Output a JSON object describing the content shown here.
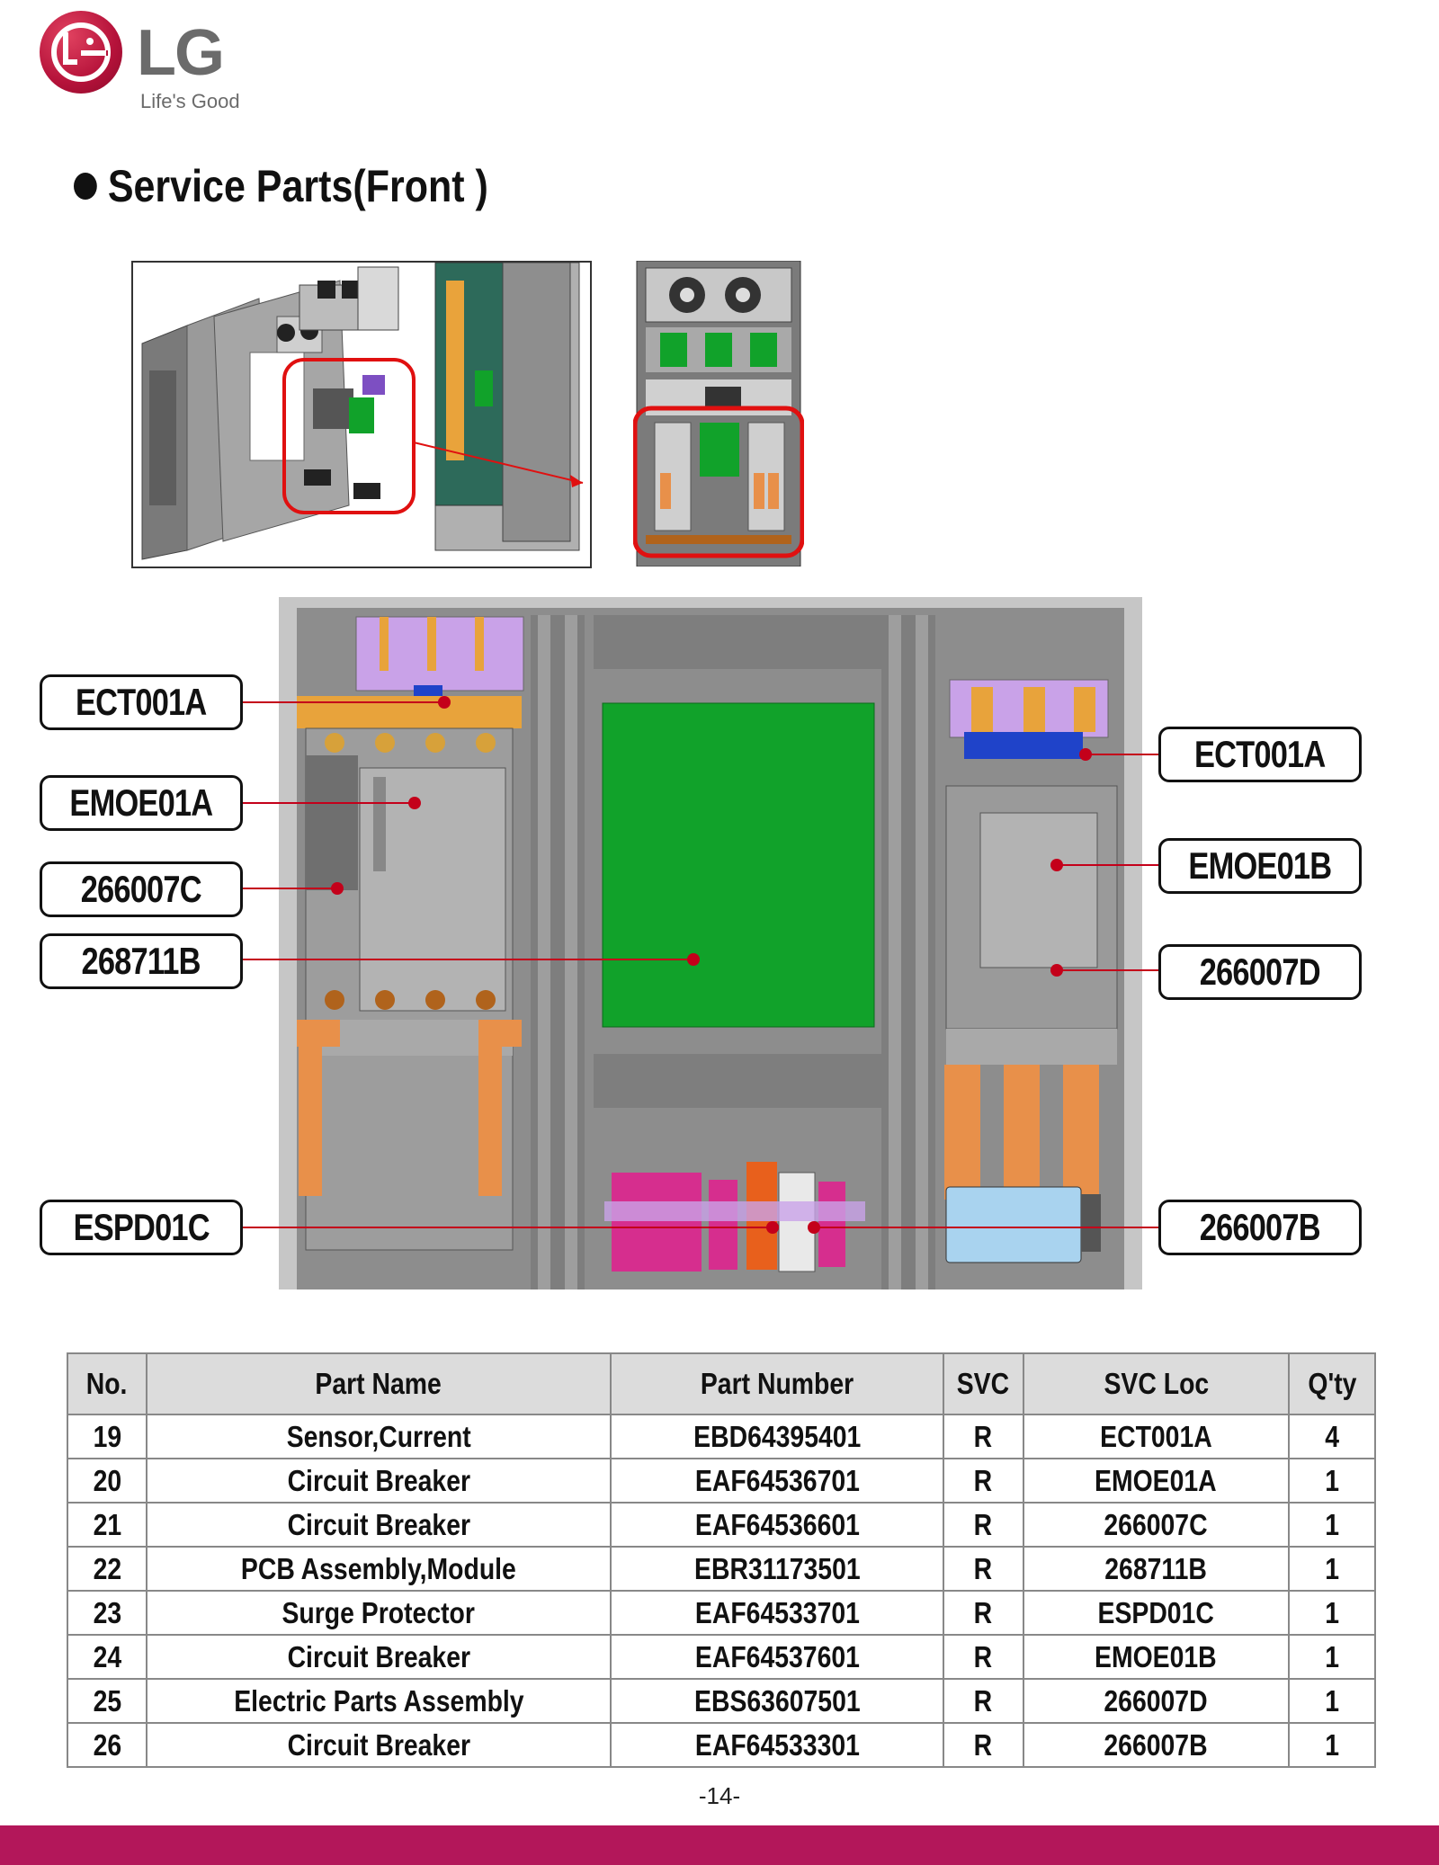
{
  "brand": {
    "name": "LG",
    "tagline": "Life's Good",
    "logo_color": "#b5123a"
  },
  "title": "Service Parts(Front )",
  "callouts_left": [
    "ECT001A",
    "EMOE01A",
    "266007C",
    "268711B",
    "ESPD01C"
  ],
  "callouts_right": [
    "ECT001A",
    "EMOE01B",
    "266007D",
    "266007B"
  ],
  "colors": {
    "leader": "#c4001a",
    "pcb": "#11a22a",
    "busbar": "#e8904a",
    "terminal": "#d62e8e",
    "footer": "#b3175a",
    "highlight": "#e01010"
  },
  "table": {
    "headers": [
      "No.",
      "Part Name",
      "Part Number",
      "SVC",
      "SVC Loc",
      "Q'ty"
    ],
    "rows": [
      [
        "19",
        "Sensor,Current",
        "EBD64395401",
        "R",
        "ECT001A",
        "4"
      ],
      [
        "20",
        "Circuit Breaker",
        "EAF64536701",
        "R",
        "EMOE01A",
        "1"
      ],
      [
        "21",
        "Circuit Breaker",
        "EAF64536601",
        "R",
        "266007C",
        "1"
      ],
      [
        "22",
        "PCB Assembly,Module",
        "EBR31173501",
        "R",
        "268711B",
        "1"
      ],
      [
        "23",
        "Surge Protector",
        "EAF64533701",
        "R",
        "ESPD01C",
        "1"
      ],
      [
        "24",
        "Circuit Breaker",
        "EAF64537601",
        "R",
        "EMOE01B",
        "1"
      ],
      [
        "25",
        "Electric Parts Assembly",
        "EBS63607501",
        "R",
        "266007D",
        "1"
      ],
      [
        "26",
        "Circuit Breaker",
        "EAF64533301",
        "R",
        "266007B",
        "1"
      ]
    ]
  },
  "page_number": "-14-"
}
